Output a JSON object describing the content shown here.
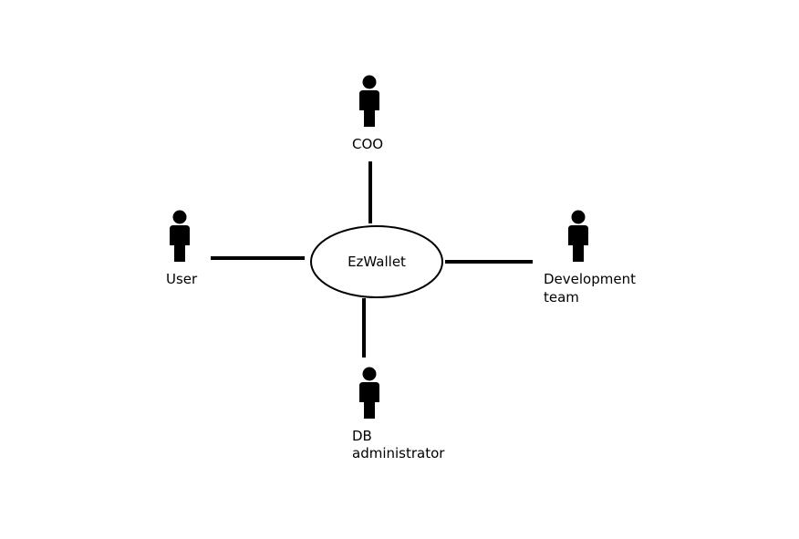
{
  "system": {
    "name": "EzWallet"
  },
  "actors": {
    "coo": {
      "label": "COO",
      "icon": "person-icon"
    },
    "user": {
      "label": "User",
      "icon": "person-icon"
    },
    "development_team": {
      "label_line1": "Development",
      "label_line2": "team",
      "icon": "person-icon"
    },
    "db_administrator": {
      "label_line1": "DB",
      "label_line2": "administrator",
      "icon": "person-icon"
    }
  },
  "colors": {
    "stroke": "#000000",
    "background": "#ffffff"
  }
}
